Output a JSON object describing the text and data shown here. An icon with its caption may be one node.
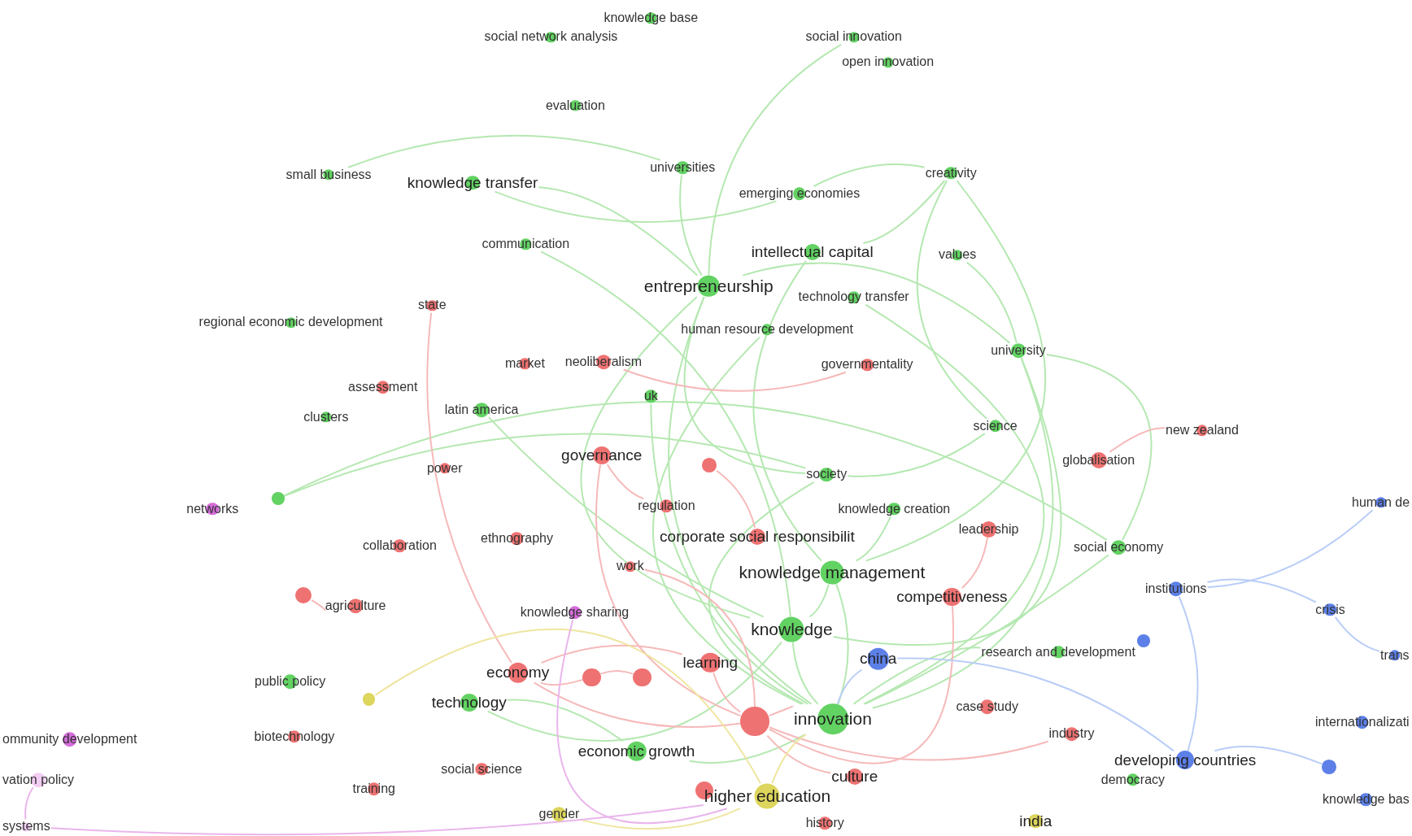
{
  "diagram": {
    "nodes": [
      {
        "text": [
          "knowledge base"
        ]
      },
      {
        "text": [
          "social network analysis"
        ]
      },
      {
        "text": [
          "social innovation"
        ]
      },
      {
        "text": [
          "open innovation"
        ]
      },
      {
        "text": [
          "evaluation"
        ]
      },
      {
        "text": [
          "small business"
        ]
      },
      {
        "text": [
          "knowledge transfer"
        ]
      },
      {
        "text": [
          "universities"
        ]
      },
      {
        "text": [
          "emerging economies"
        ]
      },
      {
        "text": [
          "creativity"
        ]
      },
      {
        "text": [
          "communication"
        ]
      },
      {
        "text": [
          "intellectual capital"
        ]
      },
      {
        "text": [
          "values"
        ]
      },
      {
        "text": [
          "entrepreneurship"
        ]
      },
      {
        "text": [
          "technology transfer"
        ]
      },
      {
        "text": [
          "state"
        ]
      },
      {
        "text": [
          "regional economic development"
        ]
      },
      {
        "text": [
          "human resource development"
        ]
      },
      {
        "text": [
          "market"
        ]
      },
      {
        "text": [
          "neoliberalism"
        ]
      },
      {
        "text": [
          "governmentality"
        ]
      },
      {
        "text": [
          "university"
        ]
      },
      {
        "text": [
          "assessment"
        ]
      },
      {
        "text": [
          "uk"
        ]
      },
      {
        "text": [
          "latin america"
        ]
      },
      {
        "text": [
          "clusters"
        ]
      },
      {
        "text": [
          "science"
        ]
      },
      {
        "text": [
          "new zealand"
        ]
      },
      {
        "text": [
          "power"
        ]
      },
      {
        "text": [
          "governance"
        ]
      },
      {
        "text": [],
        "shape": "circle"
      },
      {
        "text": [
          "society"
        ]
      },
      {
        "text": [
          "globalisation"
        ]
      },
      {
        "text": [
          "human de"
        ]
      },
      {
        "text": [
          "networks"
        ]
      },
      {
        "text": [],
        "shape": "circle"
      },
      {
        "text": [
          "regulation"
        ]
      },
      {
        "text": [
          "knowledge creation"
        ]
      },
      {
        "text": [
          "leadership"
        ]
      },
      {
        "text": [
          "collaboration"
        ]
      },
      {
        "text": [
          "ethnography"
        ]
      },
      {
        "text": [
          "corporate social responsibilit"
        ]
      },
      {
        "text": [
          "social economy"
        ]
      },
      {
        "text": [
          "work"
        ]
      },
      {
        "text": [
          "knowledge management"
        ]
      },
      {
        "text": [
          "competitiveness"
        ]
      },
      {
        "text": [
          "institutions"
        ]
      },
      {
        "text": [
          "crisis"
        ]
      },
      {
        "text": [],
        "shape": "circle"
      },
      {
        "text": [
          "agriculture"
        ]
      },
      {
        "text": [
          "knowledge sharing"
        ]
      },
      {
        "text": [
          "knowledge"
        ]
      },
      {
        "text": [
          "trans"
        ]
      },
      {
        "text": [
          "china"
        ]
      },
      {
        "text": [],
        "shape": "circle"
      },
      {
        "text": [
          "research and development"
        ]
      },
      {
        "text": [
          "economy"
        ]
      },
      {
        "text": [],
        "shape": "circle"
      },
      {
        "text": [],
        "shape": "circle"
      },
      {
        "text": [
          "learning"
        ]
      },
      {
        "text": [
          "public policy"
        ]
      },
      {
        "text": [],
        "shape": "circle"
      },
      {
        "text": [
          "technology"
        ]
      },
      {
        "text": [
          "innovation"
        ]
      },
      {
        "text": [],
        "shape": "circle"
      },
      {
        "text": [
          "case study"
        ]
      },
      {
        "text": [
          "internationalizati"
        ]
      },
      {
        "text": [
          "ommunity development"
        ]
      },
      {
        "text": [
          "biotechnology"
        ]
      },
      {
        "text": [
          "industry"
        ]
      },
      {
        "text": [
          "economic growth"
        ]
      },
      {
        "text": [
          "developing countries"
        ]
      },
      {
        "text": [],
        "shape": "circle"
      },
      {
        "text": [
          "social science"
        ]
      },
      {
        "text": [
          "vation policy"
        ]
      },
      {
        "text": [
          "training"
        ]
      },
      {
        "text": [
          "culture"
        ]
      },
      {
        "text": [
          "democracy"
        ]
      },
      {
        "text": [],
        "shape": "circle"
      },
      {
        "text": [
          "higher education"
        ]
      },
      {
        "text": [
          "knowledge bas"
        ]
      },
      {
        "text": [
          "systems"
        ]
      },
      {
        "text": [
          "gender"
        ]
      },
      {
        "text": [
          "history"
        ]
      },
      {
        "text": [
          "india"
        ]
      }
    ],
    "edges": [
      {
        "from": 13,
        "to": 2,
        "arrow": "none"
      },
      {
        "from": 5,
        "to": 7,
        "arrow": "none"
      },
      {
        "from": 6,
        "to": 8,
        "arrow": "none"
      },
      {
        "from": 6,
        "to": 13,
        "arrow": "none"
      },
      {
        "from": 10,
        "to": 51,
        "arrow": "none"
      },
      {
        "from": 13,
        "to": 51,
        "arrow": "none"
      },
      {
        "from": 13,
        "to": 31,
        "arrow": "none"
      },
      {
        "from": 13,
        "to": 63,
        "arrow": "none"
      },
      {
        "from": 13,
        "to": 21,
        "arrow": "none"
      },
      {
        "from": 11,
        "to": 9,
        "arrow": "none"
      },
      {
        "from": 11,
        "to": 44,
        "arrow": "none"
      },
      {
        "from": 9,
        "to": 26,
        "arrow": "none"
      },
      {
        "from": 9,
        "to": 44,
        "arrow": "none"
      },
      {
        "from": 12,
        "to": 21,
        "arrow": "none"
      },
      {
        "from": 21,
        "to": 42,
        "arrow": "none"
      },
      {
        "from": 21,
        "to": 63,
        "arrow": "none"
      },
      {
        "from": 21,
        "to": 51,
        "arrow": "none"
      },
      {
        "from": 26,
        "to": 31,
        "arrow": "none"
      },
      {
        "from": 14,
        "to": 63,
        "arrow": "none"
      },
      {
        "from": 17,
        "to": 63,
        "arrow": "none"
      },
      {
        "from": 7,
        "to": 13,
        "arrow": "none"
      },
      {
        "from": 8,
        "to": 9,
        "arrow": "none"
      },
      {
        "from": 44,
        "to": 63,
        "arrow": "none"
      },
      {
        "from": 44,
        "to": 51,
        "arrow": "none"
      },
      {
        "from": 51,
        "to": 63,
        "arrow": "none"
      },
      {
        "from": 31,
        "to": 63,
        "arrow": "none"
      },
      {
        "from": 37,
        "to": 44,
        "arrow": "none"
      },
      {
        "from": 42,
        "to": 63,
        "arrow": "none"
      },
      {
        "from": 55,
        "to": 63,
        "arrow": "none"
      },
      {
        "from": 62,
        "to": 70,
        "arrow": "none"
      },
      {
        "from": 70,
        "to": 63,
        "arrow": "none"
      },
      {
        "from": 62,
        "to": 51,
        "arrow": "none"
      },
      {
        "from": 35,
        "to": 31,
        "arrow": "none"
      },
      {
        "from": 35,
        "to": 42,
        "arrow": "none"
      },
      {
        "from": 24,
        "to": 51,
        "arrow": "none"
      },
      {
        "from": 23,
        "to": 63,
        "arrow": "none"
      },
      {
        "from": 27,
        "to": 32,
        "arrow": "none",
        "color": "#f6b9b9"
      },
      {
        "from": 15,
        "to": 56,
        "arrow": "none",
        "color": "#f6b9b9"
      },
      {
        "from": 19,
        "to": 20,
        "arrow": "none",
        "color": "#f6b9b9"
      },
      {
        "from": 30,
        "to": 41,
        "arrow": "none",
        "color": "#f6b9b9"
      },
      {
        "from": 48,
        "to": 49,
        "arrow": "none",
        "color": "#f6b9b9"
      },
      {
        "from": 29,
        "to": 64,
        "arrow": "none",
        "color": "#f6b9b9"
      },
      {
        "from": 29,
        "to": 36,
        "arrow": "none",
        "color": "#f6b9b9"
      },
      {
        "from": 45,
        "to": 64,
        "arrow": "none",
        "color": "#f6b9b9"
      },
      {
        "from": 69,
        "to": 64,
        "arrow": "none",
        "color": "#f6b9b9"
      },
      {
        "from": 38,
        "to": 45,
        "arrow": "none",
        "color": "#f6b9b9"
      },
      {
        "from": 43,
        "to": 64,
        "arrow": "none",
        "color": "#f6b9b9"
      },
      {
        "from": 56,
        "to": 59,
        "arrow": "none",
        "color": "#f6b9b9"
      },
      {
        "from": 56,
        "to": 57,
        "arrow": "none",
        "color": "#f6b9b9"
      },
      {
        "from": 57,
        "to": 58,
        "arrow": "none",
        "color": "#f6b9b9"
      },
      {
        "from": 59,
        "to": 64,
        "arrow": "none",
        "color": "#f6b9b9"
      },
      {
        "from": 64,
        "to": 63,
        "arrow": "none",
        "color": "#f6b9b9"
      },
      {
        "from": 76,
        "to": 64,
        "arrow": "none",
        "color": "#f6b9b9"
      },
      {
        "from": 56,
        "to": 64,
        "arrow": "none",
        "color": "#f6b9b9"
      },
      {
        "from": 46,
        "to": 33,
        "arrow": "none",
        "color": "#b9cdf7"
      },
      {
        "from": 46,
        "to": 47,
        "arrow": "none",
        "color": "#b9cdf7"
      },
      {
        "from": 47,
        "to": 52,
        "arrow": "none",
        "color": "#b9cdf7"
      },
      {
        "from": 71,
        "to": 72,
        "arrow": "none",
        "color": "#b9cdf7"
      },
      {
        "from": 71,
        "to": 46,
        "arrow": "none",
        "color": "#b9cdf7"
      },
      {
        "from": 53,
        "to": 71,
        "arrow": "none",
        "color": "#b9cdf7"
      },
      {
        "from": 53,
        "to": 63,
        "arrow": "none",
        "color": "#b9cdf7"
      },
      {
        "from": 61,
        "to": 79,
        "arrow": "none",
        "color": "#efe59f"
      },
      {
        "from": 82,
        "to": 79,
        "arrow": "none",
        "color": "#efe59f"
      },
      {
        "from": 79,
        "to": 63,
        "arrow": "none",
        "color": "#efe59f"
      },
      {
        "from": 50,
        "to": 79,
        "arrow": "none",
        "color": "#e9b5ec"
      },
      {
        "from": 81,
        "to": 79,
        "arrow": "none",
        "color": "#e9b5ec"
      },
      {
        "from": 74,
        "to": 81,
        "arrow": "none",
        "color": "#e9b5ec"
      }
    ]
  }
}
